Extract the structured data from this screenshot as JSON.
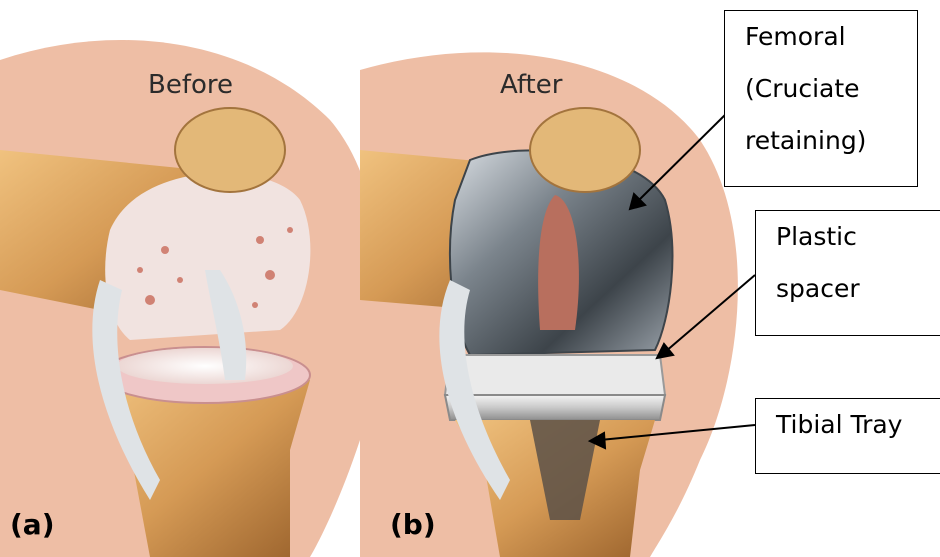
{
  "before_label": "Before",
  "after_label": "After",
  "panel_a": "(a)",
  "panel_b": "(b)",
  "callouts": {
    "femoral": "Femoral\n(Cruciate\nretaining)",
    "plastic": "Plastic\nspacer",
    "tibial": "Tibial Tray"
  },
  "colors": {
    "skin": "#eebea5",
    "bone": "#d9a05e",
    "bone_dark": "#a36a32",
    "cartilage": "#f1e3e0",
    "ligament": "#dfe3e6",
    "metal": "#6b727a",
    "plastic": "#e4e4e4"
  }
}
